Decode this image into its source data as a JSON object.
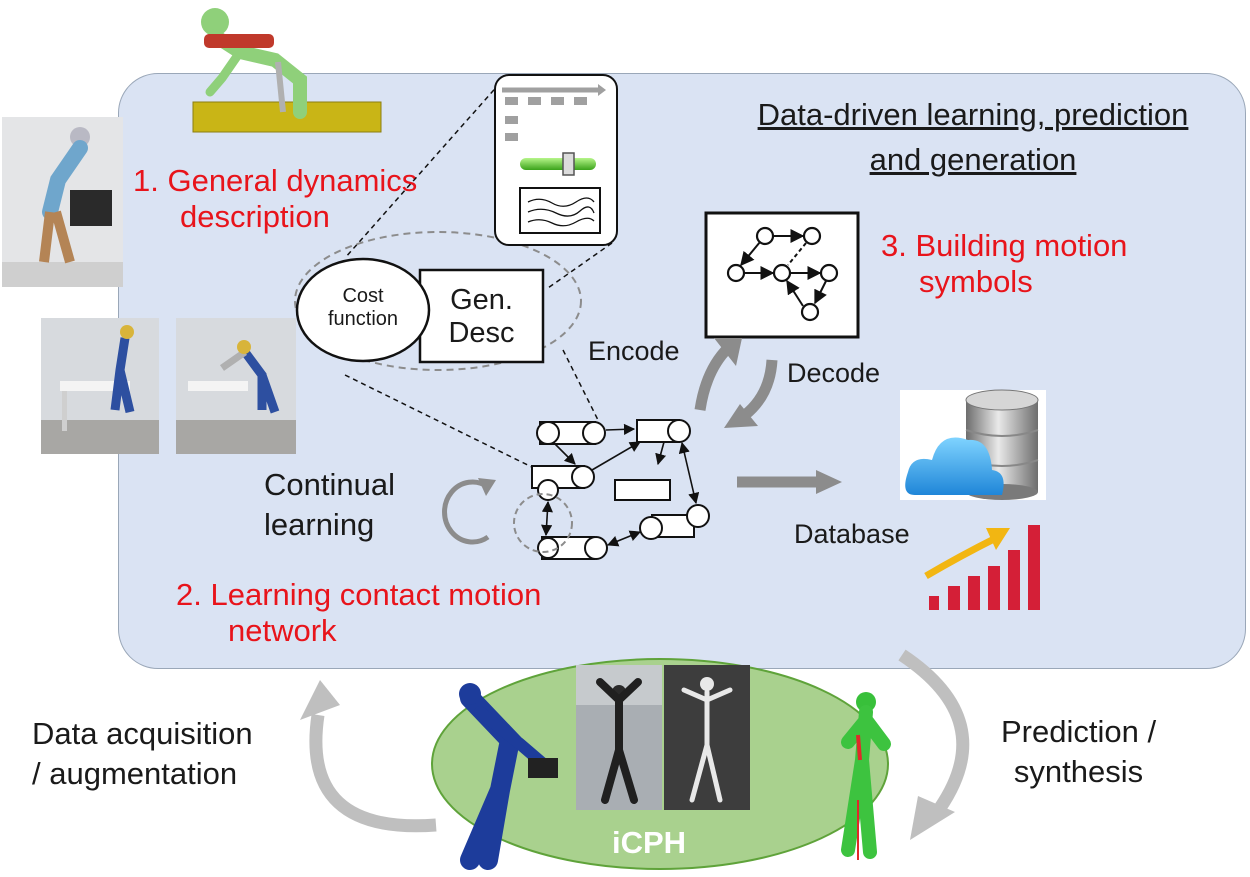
{
  "header": {
    "title_line1": "Data-driven learning, prediction",
    "title_line2": "and generation"
  },
  "steps": {
    "s1_line1": "1. General dynamics",
    "s1_line2": "description",
    "s2_line1": "2.  Learning contact motion",
    "s2_line2": "network",
    "s3_line1": "3. Building motion",
    "s3_line2": "symbols"
  },
  "nodes": {
    "cost_line1": "Cost",
    "cost_line2": "function",
    "gen_line1": "Gen.",
    "gen_line2": "Desc"
  },
  "labels": {
    "encode": "Encode",
    "decode": "Decode",
    "continual_line1": "Continual",
    "continual_line2": "learning",
    "database": "Database",
    "acq_line1": "Data acquisition",
    "acq_line2": "/ augmentation",
    "pred_line1": "Prediction /",
    "pred_line2": "synthesis",
    "icph": "iCPH"
  },
  "colors": {
    "panel": "#dae3f3",
    "red_text": "#e8141b",
    "ellipse_green": "#a9d18e",
    "arrow_gray": "#8c8c8c"
  }
}
